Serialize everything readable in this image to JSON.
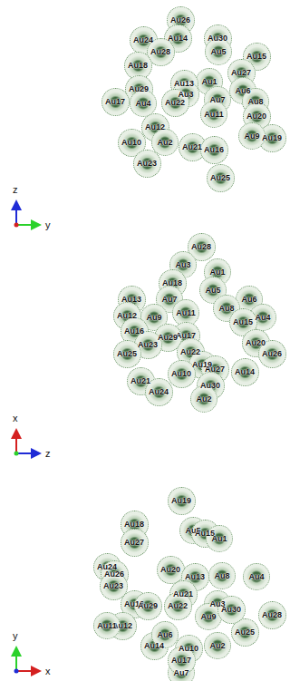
{
  "diagram": {
    "nodes": [
      {
        "text": [
          "Au26"
        ]
      },
      {
        "text": [
          "Au14"
        ]
      },
      {
        "text": [
          "Au24"
        ]
      },
      {
        "text": [
          "Au28"
        ]
      },
      {
        "text": [
          "Au30"
        ]
      },
      {
        "text": [
          "Au5"
        ]
      },
      {
        "text": [
          "Au15"
        ]
      },
      {
        "text": [
          "Au18"
        ]
      },
      {
        "text": [
          "Au27"
        ]
      },
      {
        "text": [
          "Au1"
        ]
      },
      {
        "text": [
          "Au13"
        ]
      },
      {
        "text": [
          "Au29"
        ]
      },
      {
        "text": [
          "Au6"
        ]
      },
      {
        "text": [
          "Au17"
        ]
      },
      {
        "text": [
          "Au4"
        ]
      },
      {
        "text": [
          "Au3"
        ]
      },
      {
        "text": [
          "Au22"
        ]
      },
      {
        "text": [
          "Au7"
        ]
      },
      {
        "text": [
          "Au8"
        ]
      },
      {
        "text": [
          "Au11"
        ]
      },
      {
        "text": [
          "Au20"
        ]
      },
      {
        "text": [
          "Au12"
        ]
      },
      {
        "text": [
          "Au10"
        ]
      },
      {
        "text": [
          "Au2"
        ]
      },
      {
        "text": [
          "Au21"
        ]
      },
      {
        "text": [
          "Au16"
        ]
      },
      {
        "text": [
          "Au19"
        ]
      },
      {
        "text": [
          "Au9"
        ]
      },
      {
        "text": [
          "Au23"
        ]
      },
      {
        "text": [
          "Au25"
        ]
      },
      {
        "text": [
          "Au28"
        ]
      },
      {
        "text": [
          "Au3"
        ]
      },
      {
        "text": [
          "Au1"
        ]
      },
      {
        "text": [
          "Au18"
        ]
      },
      {
        "text": [
          "Au7"
        ]
      },
      {
        "text": [
          "Au5"
        ]
      },
      {
        "text": [
          "Au6"
        ]
      },
      {
        "text": [
          "Au13"
        ]
      },
      {
        "text": [
          "Au12"
        ]
      },
      {
        "text": [
          "Au9"
        ]
      },
      {
        "text": [
          "Au11"
        ]
      },
      {
        "text": [
          "Au8"
        ]
      },
      {
        "text": [
          "Au4"
        ]
      },
      {
        "text": [
          "Au17"
        ]
      },
      {
        "text": [
          "Au16"
        ]
      },
      {
        "text": [
          "Au29"
        ]
      },
      {
        "text": [
          "Au15"
        ]
      },
      {
        "text": [
          "Au22"
        ]
      },
      {
        "text": [
          "Au23"
        ]
      },
      {
        "text": [
          "Au19"
        ]
      },
      {
        "text": [
          "Au20"
        ]
      },
      {
        "text": [
          "Au27"
        ]
      },
      {
        "text": [
          "Au25"
        ]
      },
      {
        "text": [
          "Au26"
        ]
      },
      {
        "text": [
          "Au21"
        ]
      },
      {
        "text": [
          "Au10"
        ]
      },
      {
        "text": [
          "Au24"
        ]
      },
      {
        "text": [
          "Au30"
        ]
      },
      {
        "text": [
          "Au2"
        ]
      },
      {
        "text": [
          "Au14"
        ]
      },
      {
        "text": [
          "Au19"
        ]
      },
      {
        "text": [
          "Au18"
        ]
      },
      {
        "text": [
          "Au5"
        ]
      },
      {
        "text": [
          "Au15"
        ]
      },
      {
        "text": [
          "Au27"
        ]
      },
      {
        "text": [
          "Au1"
        ]
      },
      {
        "text": [
          "Au24"
        ]
      },
      {
        "text": [
          "Au20"
        ]
      },
      {
        "text": [
          "Au26"
        ]
      },
      {
        "text": [
          "Au23"
        ]
      },
      {
        "text": [
          "Au13"
        ]
      },
      {
        "text": [
          "Au8"
        ]
      },
      {
        "text": [
          "Au4"
        ]
      },
      {
        "text": [
          "Au21"
        ]
      },
      {
        "text": [
          "Au16"
        ]
      },
      {
        "text": [
          "Au29"
        ]
      },
      {
        "text": [
          "Au22"
        ]
      },
      {
        "text": [
          "Au3"
        ]
      },
      {
        "text": [
          "Au9"
        ]
      },
      {
        "text": [
          "Au12"
        ]
      },
      {
        "text": [
          "Au28"
        ]
      },
      {
        "text": [
          "Au7"
        ]
      },
      {
        "text": [
          "Au10"
        ]
      },
      {
        "text": [
          "Au2"
        ]
      },
      {
        "text": [
          "Au25"
        ]
      },
      {
        "text": [
          "Au14"
        ]
      },
      {
        "text": [
          "Au6"
        ]
      },
      {
        "text": [
          "Au11"
        ]
      },
      {
        "text": [
          "Au17"
        ]
      },
      {
        "text": [
          "Au30"
        ]
      }
    ],
    "labels": [
      "z",
      "y",
      "x",
      "z",
      "y",
      "x"
    ]
  }
}
